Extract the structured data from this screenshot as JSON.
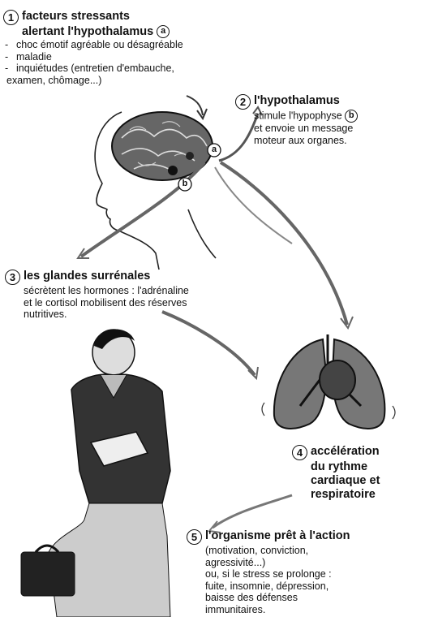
{
  "step1": {
    "num": "1",
    "title_line1": "facteurs stressants",
    "title_line2": "alertant l'hypothalamus",
    "marker": "a",
    "bullets": [
      "choc émotif agréable ou désagréable",
      "maladie",
      "inquiétudes (entretien d'embauche,"
    ],
    "bullet_continuation": "examen, chômage...)"
  },
  "step2": {
    "num": "2",
    "title": "l'hypothalamus",
    "text_line1": "stimule l'hypophyse",
    "marker": "b",
    "text_line2": "et envoie un message",
    "text_line3": "moteur aux organes."
  },
  "step3": {
    "num": "3",
    "title": "les glandes surrénales",
    "lines": [
      "sécrètent les hormones : l'adrénaline",
      "et le cortisol mobilisent des réserves",
      "nutritives."
    ]
  },
  "step4": {
    "num": "4",
    "lines": [
      "accélération",
      "du rythme",
      "cardiaque et",
      "respiratoire"
    ]
  },
  "step5": {
    "num": "5",
    "title": "l'organisme prêt à l'action",
    "lines": [
      "(motivation, conviction,",
      "agressivité...)",
      "ou, si le stress se prolonge :",
      "fuite, insomnie, dépression,",
      "baisse des défenses",
      "immunitaires."
    ]
  },
  "brain_labels": {
    "a": "a",
    "b": "b"
  }
}
